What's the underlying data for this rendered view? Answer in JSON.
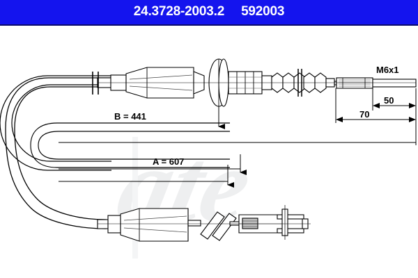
{
  "header": {
    "part_number": "24.3728-2003.2",
    "reference_number": "592003",
    "background_color": "#1414ee",
    "text_color": "#ffffff"
  },
  "drawing": {
    "watermark": "ate",
    "line_color": "#000000",
    "labels": {
      "dimension_b": "B = 441",
      "dimension_a": "A = 607",
      "thread": "M6x1",
      "length_50": "50",
      "length_70": "70"
    }
  }
}
